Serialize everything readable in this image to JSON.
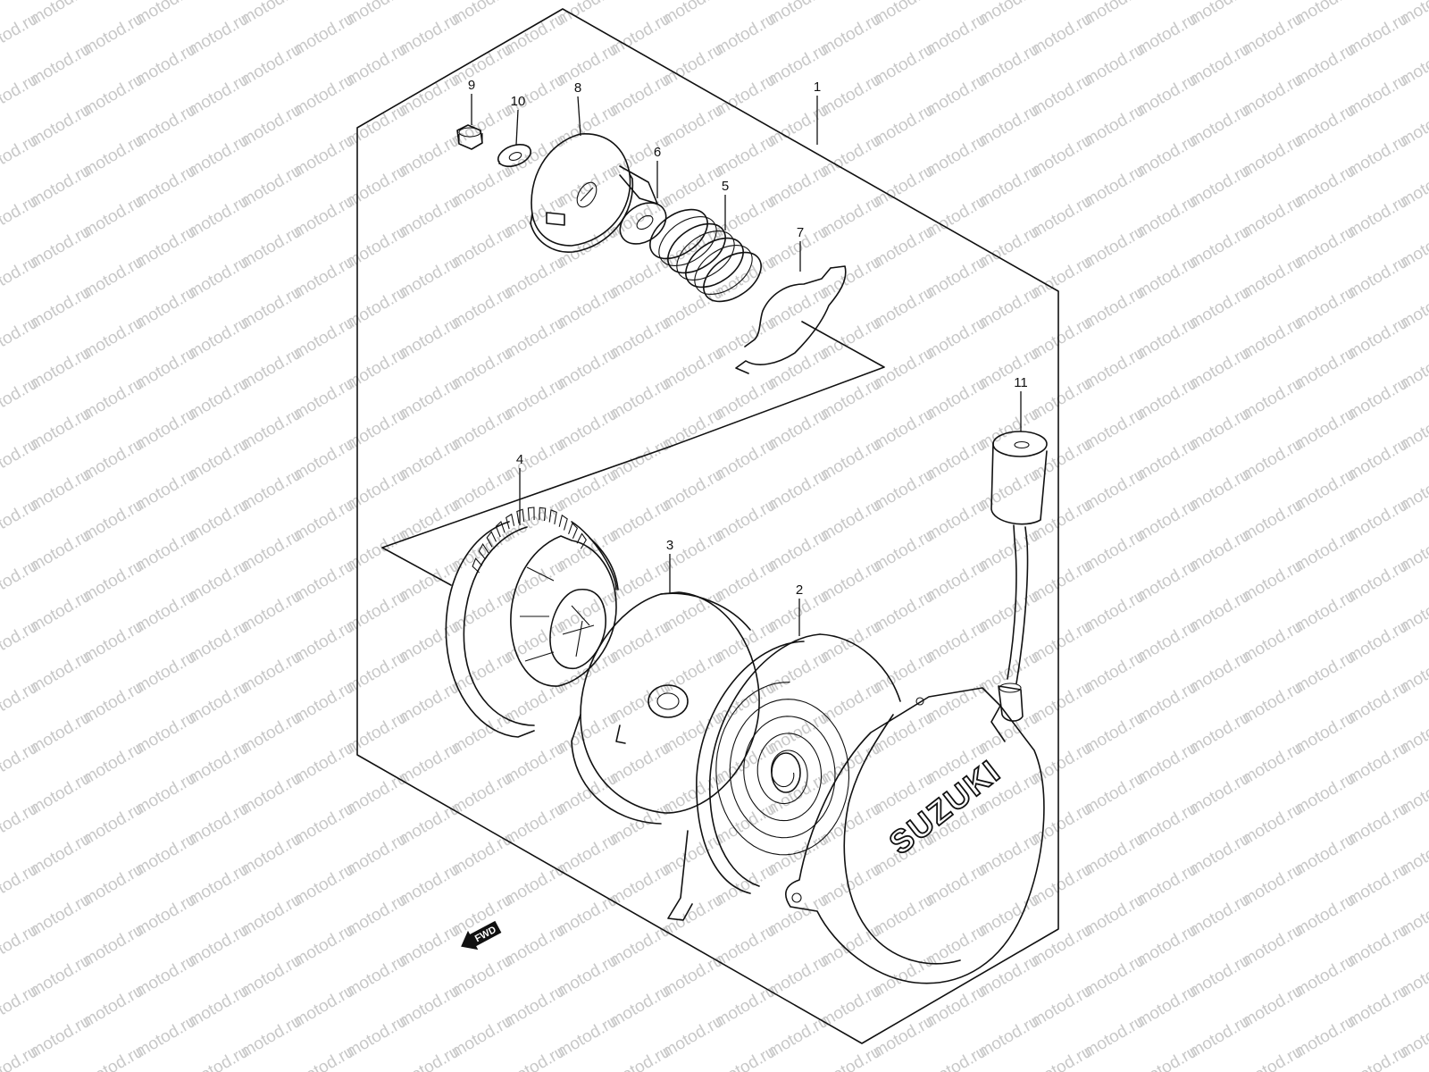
{
  "watermark": {
    "text": "motod.ru"
  },
  "brand_logo": "SUZUKI",
  "direction_marker": {
    "text": "FWD",
    "icon": "arrow-left-icon"
  },
  "callouts": {
    "c1": "1",
    "c2": "2",
    "c3": "3",
    "c4": "4",
    "c5": "5",
    "c6": "6",
    "c7": "7",
    "c8": "8",
    "c9": "9",
    "c10": "10",
    "c11": "11"
  },
  "colors": {
    "line": "#111111",
    "watermark": "#c8c8c8",
    "background": "#ffffff"
  }
}
